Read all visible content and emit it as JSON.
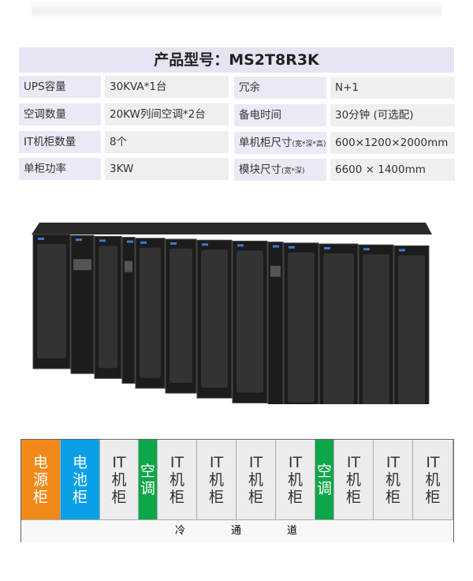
{
  "title": "产品型号：MS2T8R3K",
  "specs": {
    "left": [
      {
        "label": "UPS容量",
        "value": "30KVA*1台"
      },
      {
        "label": "空调数量",
        "value": "20KW列间空调*2台"
      },
      {
        "label": "IT机柜数量",
        "value": "8个"
      },
      {
        "label": "单柜功率",
        "value": "3KW"
      }
    ],
    "right": [
      {
        "label": "冗余",
        "note": "",
        "value": "N+1"
      },
      {
        "label": "备电时间",
        "note": "",
        "value": "30分钟 (可选配)"
      },
      {
        "label": "单机柜尺寸",
        "note": "(宽*深*高)",
        "value": "600×1200×2000mm"
      },
      {
        "label": "模块尺寸",
        "note": "(宽*深)",
        "value": "6600 × 1400mm"
      }
    ]
  },
  "layout": {
    "units": [
      {
        "lines": [
          "电",
          "源",
          "柜"
        ],
        "color": "#f0891a",
        "text": "#fff"
      },
      {
        "lines": [
          "电",
          "池",
          "柜"
        ],
        "color": "#0aa0e6",
        "text": "#fff"
      },
      {
        "lines": [
          "IT",
          "机",
          "柜"
        ]
      },
      {
        "lines": [
          "空",
          "调"
        ],
        "color": "#0ea64a",
        "text": "#fff"
      },
      {
        "lines": [
          "IT",
          "机",
          "柜"
        ]
      },
      {
        "lines": [
          "IT",
          "机",
          "柜"
        ]
      },
      {
        "lines": [
          "IT",
          "机",
          "柜"
        ]
      },
      {
        "lines": [
          "IT",
          "机",
          "柜"
        ]
      },
      {
        "lines": [
          "空",
          "调"
        ],
        "color": "#0ea64a",
        "text": "#fff"
      },
      {
        "lines": [
          "IT",
          "机",
          "柜"
        ]
      },
      {
        "lines": [
          "IT",
          "机",
          "柜"
        ]
      },
      {
        "lines": [
          "IT",
          "机",
          "柜"
        ]
      }
    ],
    "aisle": [
      "冷",
      "通",
      "道"
    ]
  }
}
